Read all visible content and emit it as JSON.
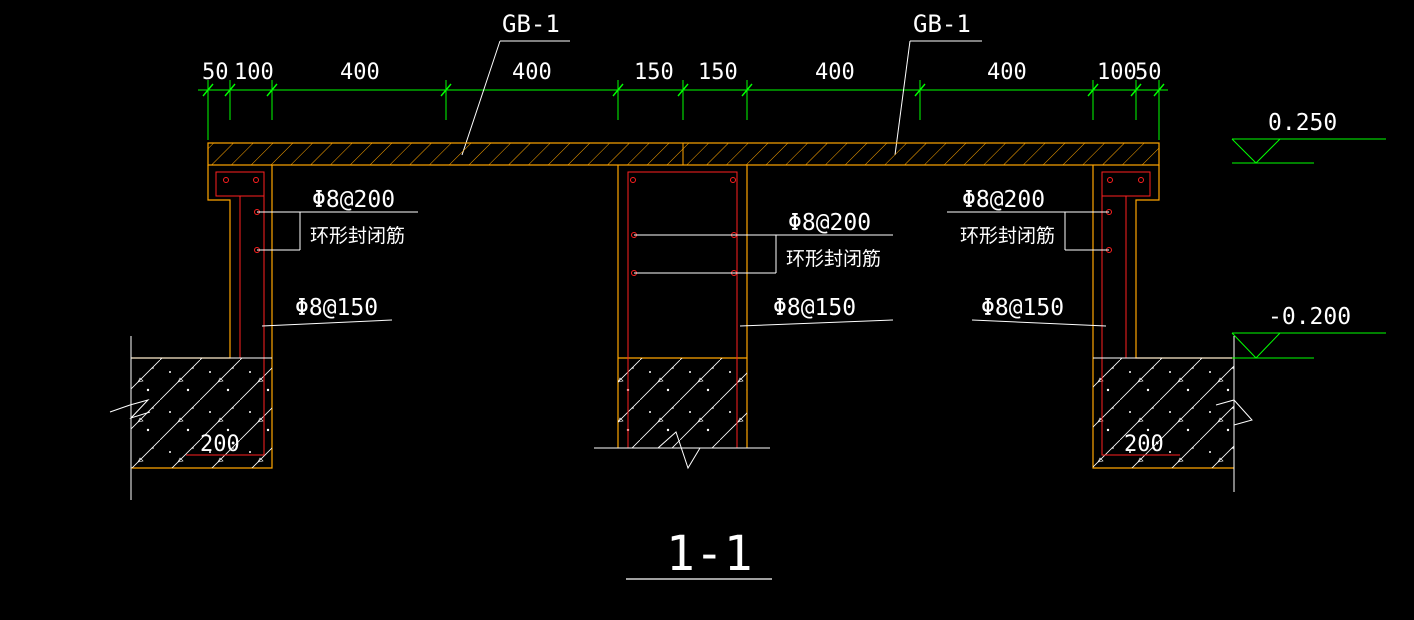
{
  "colors": {
    "background": "#000000",
    "text": "#ffffff",
    "dimension": "#00ff00",
    "outline": "#ffa500",
    "rebar": "#ff2020"
  },
  "labels": {
    "gb_left": "GB-1",
    "gb_right": "GB-1",
    "section_title": "1-1",
    "elev_top": "0.250",
    "elev_bottom": "-0.200"
  },
  "dimensions": [
    "50",
    "100",
    "400",
    "400",
    "150",
    "150",
    "400",
    "400",
    "100",
    "50"
  ],
  "annotations": {
    "left_rebar": "Φ8@200",
    "left_closed": "环形封闭筋",
    "left_stirrup": "Φ8@150",
    "left_base": "200",
    "mid_rebar": "Φ8@200",
    "mid_closed": "环形封闭筋",
    "mid_stirrup": "Φ8@150",
    "right_rebar": "Φ8@200",
    "right_closed": "环形封闭筋",
    "right_stirrup": "Φ8@150",
    "right_base": "200"
  }
}
